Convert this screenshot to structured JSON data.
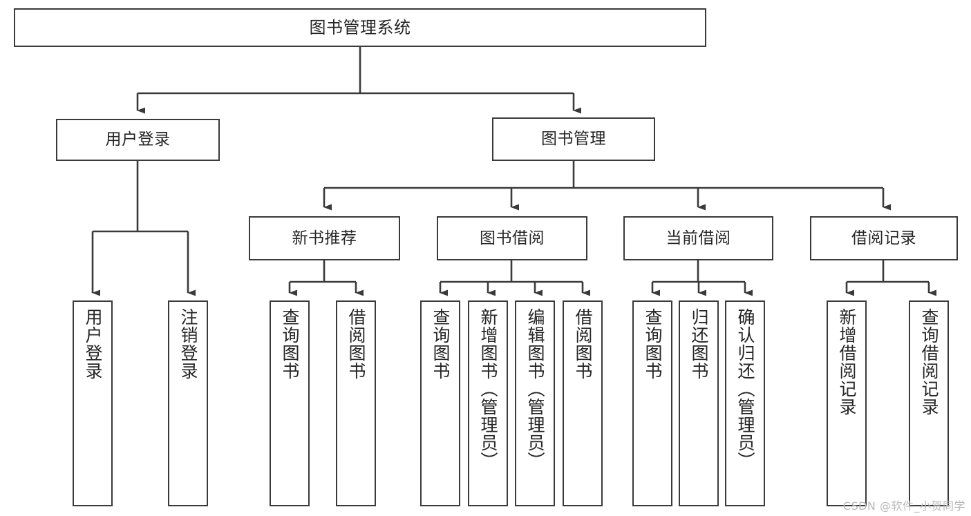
{
  "diagram": {
    "type": "tree-hierarchy",
    "title": "图书管理系统",
    "root": {
      "label": "图书管理系统"
    },
    "level2": [
      {
        "label": "用户登录"
      },
      {
        "label": "图书管理"
      }
    ],
    "level3": [
      {
        "label": "新书推荐"
      },
      {
        "label": "图书借阅"
      },
      {
        "label": "当前借阅"
      },
      {
        "label": "借阅记录"
      }
    ],
    "leaves": {
      "user_login": [
        {
          "label": "用户登录"
        },
        {
          "label": "注销登录"
        }
      ],
      "new_book_recommend": [
        {
          "label": "查询图书"
        },
        {
          "label": "借阅图书"
        }
      ],
      "book_borrow": [
        {
          "label": "查询图书"
        },
        {
          "label": "新增图书（管理员）"
        },
        {
          "label": "编辑图书（管理员）"
        },
        {
          "label": "借阅图书"
        }
      ],
      "current_borrow": [
        {
          "label": "查询图书"
        },
        {
          "label": "归还图书"
        },
        {
          "label": "确认归还（管理员）"
        }
      ],
      "borrow_record": [
        {
          "label": "新增借阅记录"
        },
        {
          "label": "查询借阅记录"
        }
      ]
    },
    "colors": {
      "box_border": "#3a3a3a",
      "box_fill": "#ffffff",
      "connector": "#3a3a3a",
      "text": "#262626",
      "watermark": "#b9b9b9"
    }
  },
  "watermark": {
    "text": "CSDN @软件_小贺同学"
  }
}
